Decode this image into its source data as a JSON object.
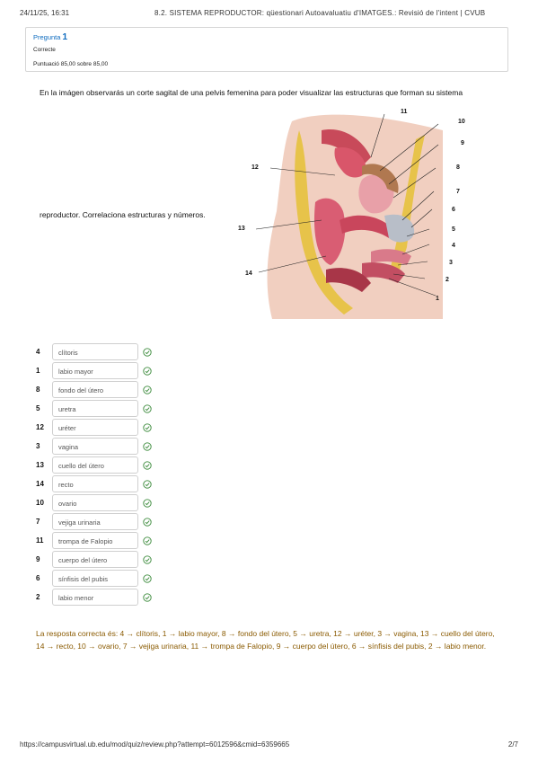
{
  "header": {
    "date": "24/11/25, 16:31",
    "title": "8.2. SISTEMA REPRODUCTOR: qüestionari Autoavaluatiu d'IMATGES.: Revisió de l'intent | CVUB"
  },
  "info": {
    "question_label": "Pregunta",
    "question_number": "1",
    "state": "Correcte",
    "score": "Puntuació 85,00 sobre 85,00"
  },
  "question": {
    "text_line1": "En la imágen observarás un corte sagital de una pelvis femenina para poder visualizar las estructuras que forman su sistema",
    "text_line2": "reproductor. Correlaciona estructuras y números."
  },
  "diagram_labels": [
    "1",
    "2",
    "3",
    "4",
    "5",
    "6",
    "7",
    "8",
    "9",
    "10",
    "11",
    "12",
    "13",
    "14"
  ],
  "answers": [
    {
      "number": "4",
      "value": "clítoris"
    },
    {
      "number": "1",
      "value": "labio mayor"
    },
    {
      "number": "8",
      "value": "fondo del útero"
    },
    {
      "number": "5",
      "value": "uretra"
    },
    {
      "number": "12",
      "value": "uréter"
    },
    {
      "number": "3",
      "value": "vagina"
    },
    {
      "number": "13",
      "value": "cuello del útero"
    },
    {
      "number": "14",
      "value": "recto"
    },
    {
      "number": "10",
      "value": "ovario"
    },
    {
      "number": "7",
      "value": "vejiga urinaria"
    },
    {
      "number": "11",
      "value": "trompa de Falopio"
    },
    {
      "number": "9",
      "value": "cuerpo del útero"
    },
    {
      "number": "6",
      "value": "sínfisis del pubis"
    },
    {
      "number": "2",
      "value": "labio menor"
    }
  ],
  "feedback": "La resposta correcta és: 4 → clítoris, 1 → labio mayor, 8 → fondo del útero, 5 → uretra, 12 → uréter, 3 → vagina, 13 → cuello del útero, 14 → recto, 10 → ovario, 7 → vejiga urinaria, 11 → trompa de Falopio, 9 → cuerpo del útero, 6 → sínfisis del pubis, 2 → labio menor.",
  "footer": {
    "url": "https://campusvirtual.ub.edu/mod/quiz/review.php?attempt=6012596&cmid=6359665",
    "page": "2/7"
  },
  "colors": {
    "accent": "#0f6cbf",
    "correct": "#3a8a3a",
    "feedback": "#8a5a00"
  }
}
